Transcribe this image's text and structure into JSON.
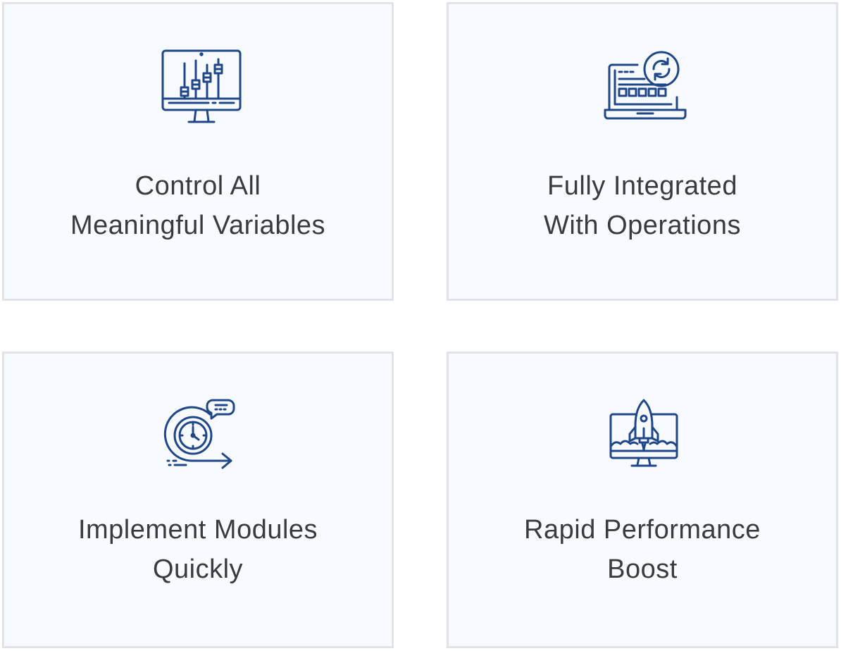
{
  "cards": [
    {
      "line1": "Control All",
      "line2": "Meaningful Variables",
      "icon": "equalizer-monitor-icon"
    },
    {
      "line1": "Fully Integrated",
      "line2": "With Operations",
      "icon": "laptop-sync-icon"
    },
    {
      "line1": "Implement Modules",
      "line2": "Quickly",
      "icon": "stopwatch-chat-icon"
    },
    {
      "line1": "Rapid Performance",
      "line2": "Boost",
      "icon": "rocket-monitor-icon"
    }
  ],
  "colors": {
    "icon_stroke": "#1f4788",
    "card_background": "#f7faff",
    "card_border": "#e1e3e6",
    "text": "#383c42"
  }
}
